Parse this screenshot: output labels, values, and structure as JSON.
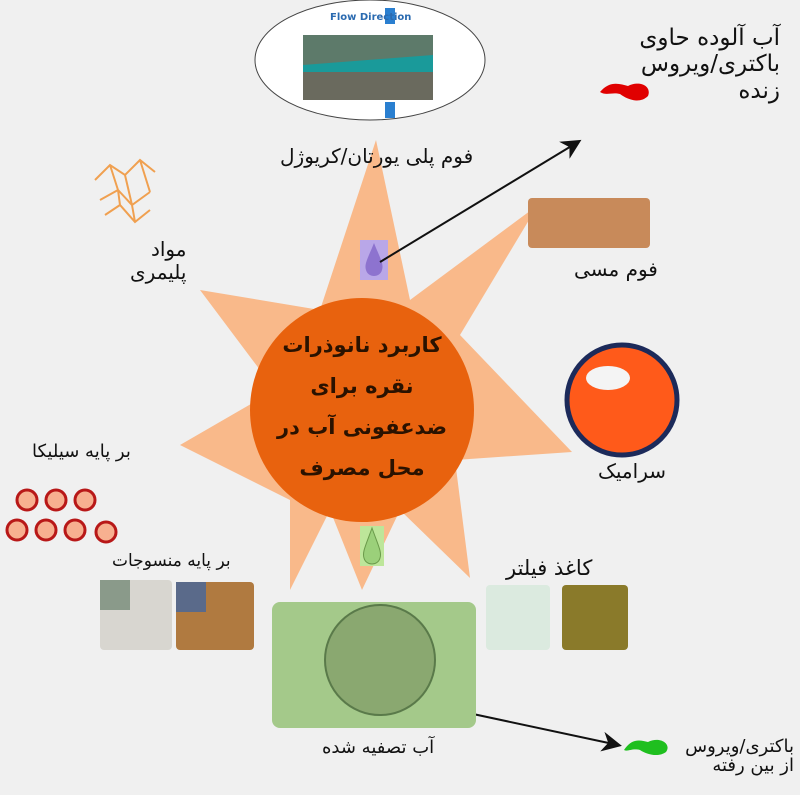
{
  "title_center": [
    "کاربرد نانوذرات",
    "نقره برای",
    "ضدعفونی آب در",
    "محل مصرف"
  ],
  "foam_image_caption": "Flow Direction",
  "labels": {
    "polyurethane_foam": "فوم پلی یورتان/کریوژل",
    "contaminated_water": [
      "آب آلوده حاوی",
      "باکتری/ویروس",
      "زنده"
    ],
    "polymer_materials": [
      "مواد",
      "پلیمری"
    ],
    "copper_foam": "فوم مسی",
    "ceramic": "سرامیک",
    "silica_based": "بر پایه سیلیکا",
    "textile_based": "بر پایه منسوجات",
    "filter_paper": "کاغذ فیلتر",
    "purified_water": "آب تصفیه شده",
    "killed_bacteria": [
      "باکتری/ویروس",
      "از بین رفته"
    ]
  },
  "colors": {
    "star": "#f9b98a",
    "circle": "#e8620e",
    "live_bacteria": "#e00000",
    "dead_bacteria": "#1fbf1f"
  }
}
